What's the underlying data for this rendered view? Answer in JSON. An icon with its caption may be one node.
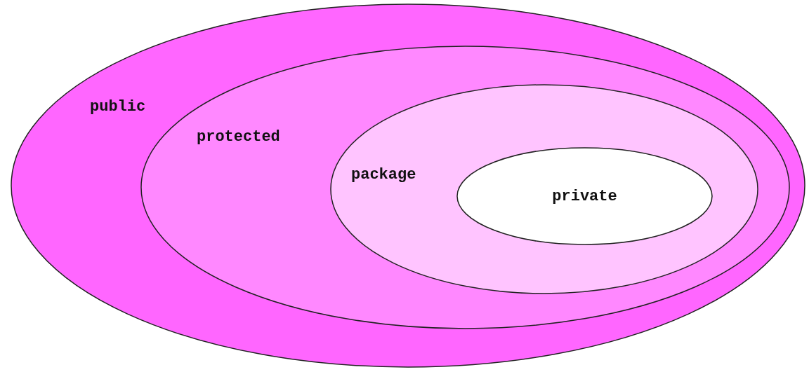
{
  "diagram": {
    "nodes": [
      {
        "text": [
          "public"
        ]
      },
      {
        "text": [
          "protected"
        ],
        "in": 0
      },
      {
        "text": [
          "package"
        ],
        "in": 1
      },
      {
        "text": [
          "private"
        ],
        "in": 2
      }
    ]
  }
}
